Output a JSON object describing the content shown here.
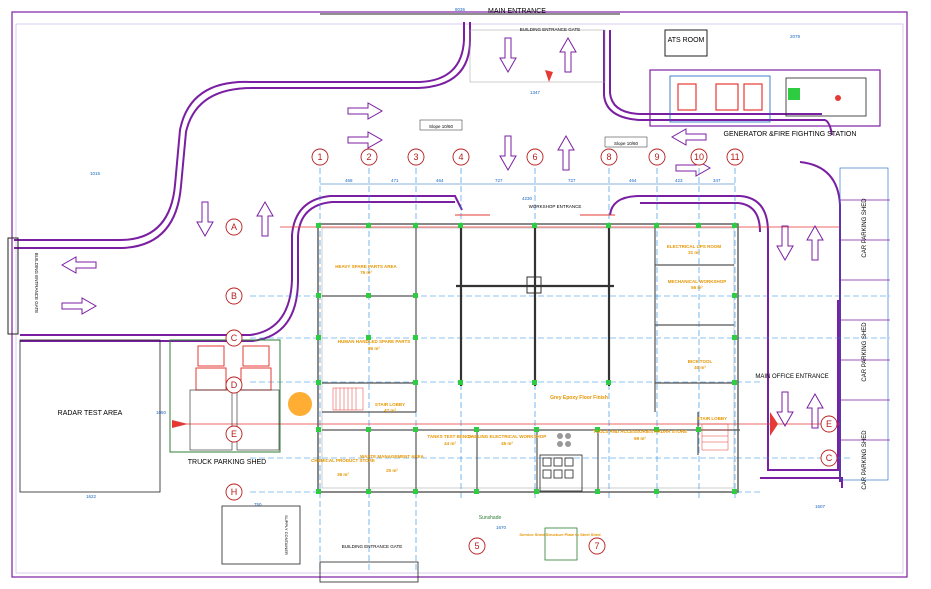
{
  "colors": {
    "boundary": "#7b1fa2",
    "purple": "#7b1fa2",
    "wall_green": "#2e7d32",
    "red_axis": "#e53935",
    "blue_axis": "#1e88e5",
    "orange_text": "#e69500",
    "dim_blue": "#1565c0",
    "bubble_red": "#b71c1c",
    "dark": "#222222"
  },
  "labels": {
    "main_entrance": "MAIN ENTRANCE",
    "building_entrance_gate_top": "BUILDING ENTRANCE GATE",
    "ats_room": "ATS ROOM",
    "generator_fire": "GENERATOR &FIRE FIGHTING STATION",
    "workshop_entrance": "WORKSHOP ENTRANCE",
    "main_office_entrance": "MAIN OFFICE ENTRANCE",
    "radar_test_area": "RADAR TEST AREA",
    "truck_parking_shed": "TRUCK PARKING SHED",
    "building_entrance_gate_bottom": "BUILDING ENTRANCE GATE",
    "car_parking_shed": "CAR PARKING SHED",
    "building_entrance_gate_left": "BUILDING ENTRANCE GATE",
    "slope_1": "Slope 10/60",
    "slope_2": "Slope 10/60",
    "grey_epoxy": "Grey Epoxy Floor Finish",
    "sunshade": "Sunshade",
    "service_shed": "Service Shed Structure Plate to Steel Shed",
    "stair_lobby": "STAIR LOBBY",
    "supply_tank": "SUPPLY CONTAINER"
  },
  "rooms": [
    {
      "name": "HEAVY SPARE PARTS AREA",
      "area": "76 m²"
    },
    {
      "name": "HUMAN HANDLED SPARE PARTS",
      "area": "86 m²"
    },
    {
      "name": "STAIR LOBBY",
      "area": "47 m²"
    },
    {
      "name": "CHEMICAL PRODUCT STORE",
      "area": "36 m²"
    },
    {
      "name": "WASTE MANAGEMENT AREA",
      "area": "20 m²"
    },
    {
      "name": "TANKS TEST BENCH",
      "area": "44 m²"
    },
    {
      "name": "CABLING ELECTRICAL WORKSHOP",
      "area": "45 m²"
    },
    {
      "name": "TOOLS AND ACCESSORIES RADAR STORE",
      "area": "69 m²"
    },
    {
      "name": "ELECTRICAL UPS ROOM",
      "area": "31 m²"
    },
    {
      "name": "MECHANICAL WORKSHOP",
      "area": "56 m²"
    },
    {
      "name": "BICE TOOL",
      "area": "40 m²"
    },
    {
      "name": "STAIR LOBBY",
      "area": ""
    }
  ],
  "grid_numbers": [
    "1",
    "2",
    "3",
    "4",
    "6",
    "8",
    "9",
    "10",
    "11",
    "5",
    "7"
  ],
  "grid_letters": [
    "A",
    "B",
    "C",
    "D",
    "E",
    "H",
    "E",
    "C"
  ],
  "dims": {
    "d_top1": "468",
    "d_top2": "471",
    "d_top3": "464",
    "d_top4": "727",
    "d_top5": "727",
    "d_top6": "464",
    "d_top7": "423",
    "d_top8": "347",
    "d_top_right": "2079",
    "d_overall_top": "8036",
    "d_left_road": "1015",
    "d_bot_left": "1622",
    "d_bot_mid": "750",
    "d_radar": "1050",
    "d_mid": "4230",
    "d_1347": "1347",
    "d_1607": "1607",
    "d_1670": "1670"
  }
}
